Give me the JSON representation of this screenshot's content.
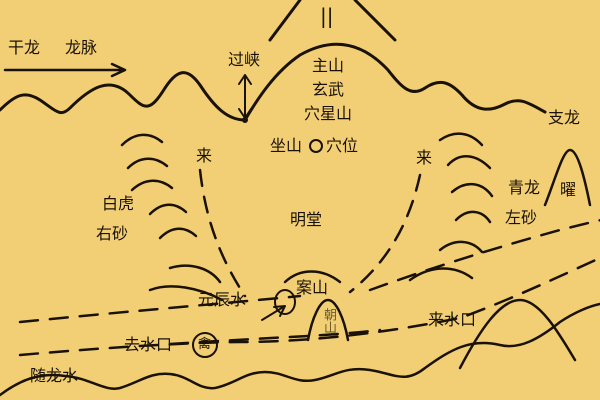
{
  "labels": {
    "gan_long": "干龙",
    "long_mai": "龙脉",
    "guo_xia": "过峡",
    "zhu_shan": "主山",
    "xuan_wu": "玄武",
    "xue_xing_shan": "穴星山",
    "zuo_shan": "坐山",
    "xue_wei": "穴位",
    "lai_left": "来",
    "lai_right": "来",
    "bai_hu": "白虎",
    "you_sha": "右砂",
    "ming_tang": "明堂",
    "qing_long": "青龙",
    "zuo_sha": "左砂",
    "zhi_long": "支龙",
    "yao": "曜",
    "an_shan": "案山",
    "chao_shan": "朝山",
    "yuan_chen_shui": "元辰水",
    "lai_shui_kou": "来水口",
    "qu_shui_kou": "去水口",
    "qin": "禽",
    "sui_long_shui": "随龙水",
    "top_mark": "||"
  }
}
